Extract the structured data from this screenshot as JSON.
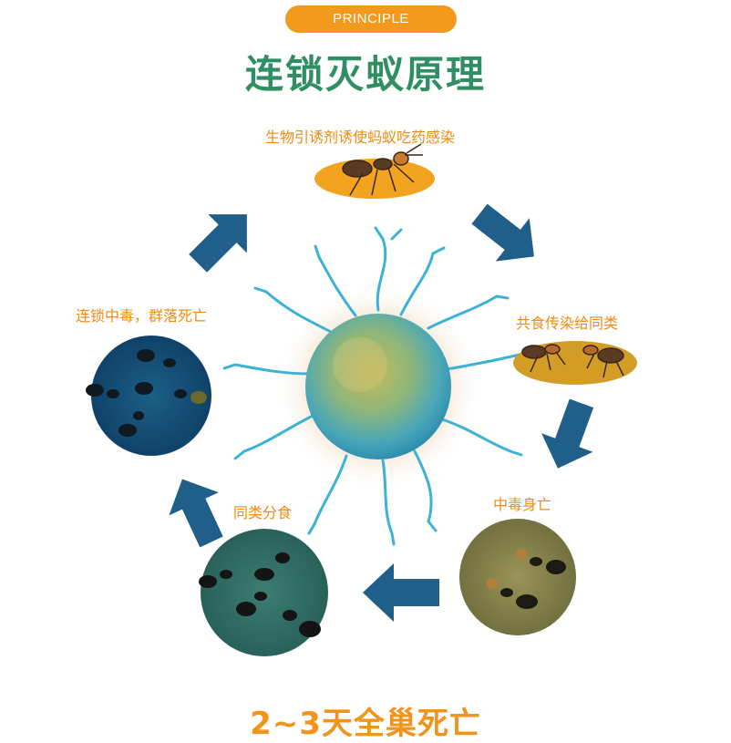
{
  "header": {
    "badge": "PRINCIPLE",
    "title": "连锁灭蚁原理"
  },
  "steps": [
    {
      "label": "生物引诱剂诱使蚂蚁吃药感染"
    },
    {
      "label": "共食传染给同类"
    },
    {
      "label": "中毒身亡"
    },
    {
      "label": "同类分食"
    },
    {
      "label": "连锁中毒，群落死亡"
    }
  ],
  "footer": {
    "text": "2~3天全巢死亡"
  },
  "colors": {
    "accent": "#f39a1e",
    "title": "#2f8f63",
    "arrow": "#1f5f8a",
    "label": "#ef8b12"
  },
  "icons": [
    "arrow-icon",
    "ant-icon",
    "bacterium-icon"
  ]
}
